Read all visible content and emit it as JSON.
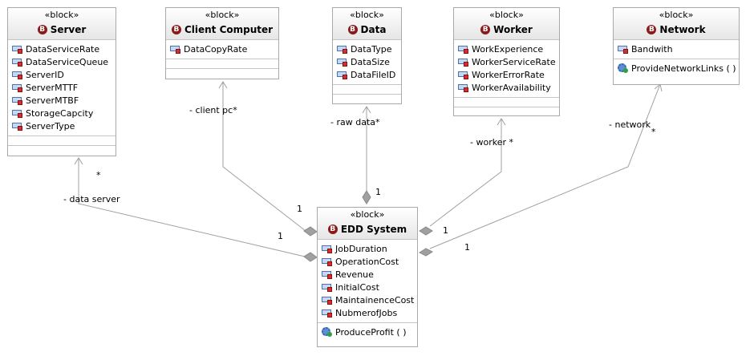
{
  "stereotype": "«block»",
  "blocks": {
    "server": {
      "name": "Server",
      "properties": [
        "DataServiceRate",
        "DataServiceQueue",
        "ServerID",
        "ServerMTTF",
        "ServerMTBF",
        "StorageCapcity",
        "ServerType"
      ],
      "operations": []
    },
    "client": {
      "name": "Client Computer",
      "properties": [
        "DataCopyRate"
      ],
      "operations": []
    },
    "data": {
      "name": "Data",
      "properties": [
        "DataType",
        "DataSize",
        "DataFileID"
      ],
      "operations": []
    },
    "worker": {
      "name": "Worker",
      "properties": [
        "WorkExperience",
        "WorkerServiceRate",
        "WorkerErrorRate",
        "WorkerAvailability"
      ],
      "operations": []
    },
    "network": {
      "name": "Network",
      "properties": [
        "Bandwith"
      ],
      "operations": [
        "ProvideNetworkLinks ( )"
      ]
    },
    "edd": {
      "name": "EDD System",
      "properties": [
        "JobDuration",
        "OperationCost",
        "Revenue",
        "InitialCost",
        "MaintainenceCost",
        "NubmerofJobs"
      ],
      "operations": [
        "ProduceProfit ( )"
      ]
    }
  },
  "associations": {
    "server": {
      "role": "- data server",
      "mult_part": "*",
      "mult_whole": "1"
    },
    "client": {
      "role": "- client pc*",
      "mult_whole": "1"
    },
    "data": {
      "role": "- raw data*",
      "mult_whole": "1"
    },
    "worker": {
      "role": "- worker *",
      "mult_whole": "1"
    },
    "network": {
      "role": "- network",
      "mult_part": "*",
      "mult_whole": "1"
    }
  },
  "colors": {
    "block_border": "#a9a9a9",
    "link": "#a0a0a0",
    "block_icon": "#8b1a1a"
  }
}
